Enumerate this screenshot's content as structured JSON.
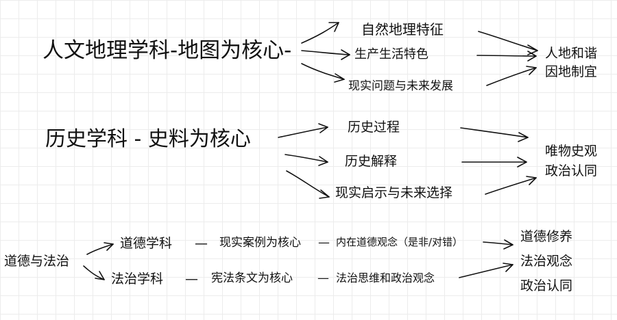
{
  "geography": {
    "title": "人文地理学科-地图为核心-",
    "branches": [
      "自然地理特征",
      "生产生活特色",
      "现实问题与未来发展"
    ],
    "outcomes": [
      "人地和谐",
      "因地制宜"
    ]
  },
  "history": {
    "title": "历史学科 - 史料为核心",
    "branches": [
      "历史过程",
      "历史解释",
      "现实启示与未来选择"
    ],
    "outcomes": [
      "唯物史观",
      "政治认同"
    ]
  },
  "morality": {
    "root": "道德与法治",
    "subject1": "道德学科",
    "dash1": "—",
    "core1": "现实案例为核心",
    "dash1b": "—",
    "concept1": "内在道德观念（是非/对错）",
    "subject2": "法治学科",
    "dash2": "—",
    "core2": "宪法条文为核心",
    "dash2b": "—",
    "concept2": "法治思维和政治观念",
    "outcomes": [
      "道德修养",
      "法治观念",
      "政治认同"
    ]
  }
}
